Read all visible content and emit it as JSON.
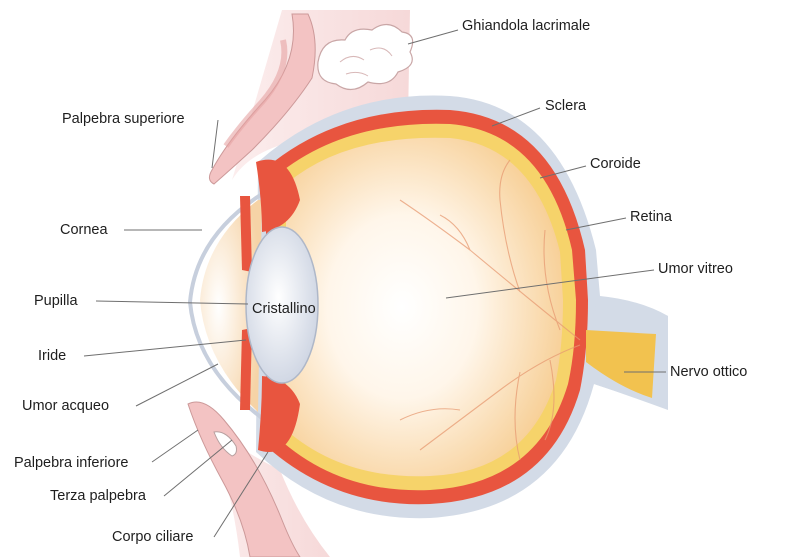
{
  "labels": {
    "ghiandola": "Ghiandola lacrimale",
    "sclera": "Sclera",
    "coroide": "Coroide",
    "retina": "Retina",
    "umor_vitreo": "Umor vitreo",
    "nervo_ottico": "Nervo ottico",
    "palpebra_superiore": "Palpebra superiore",
    "cornea": "Cornea",
    "pupilla": "Pupilla",
    "cristallino": "Cristallino",
    "iride": "Iride",
    "umor_acqueo": "Umor acqueo",
    "palpebra_inferiore": "Palpebra inferiore",
    "terza_palpebra": "Terza palpebra",
    "corpo_ciliare": "Corpo ciliare"
  },
  "colors": {
    "sclera": "#cfd7e4",
    "choroid": "#e8553f",
    "retina": "#f6d36a",
    "vitreous": "#fce4c2",
    "nerve": "#f2c24f",
    "eyelid": "#f6c9c9",
    "lens": "#dfe4ee"
  }
}
